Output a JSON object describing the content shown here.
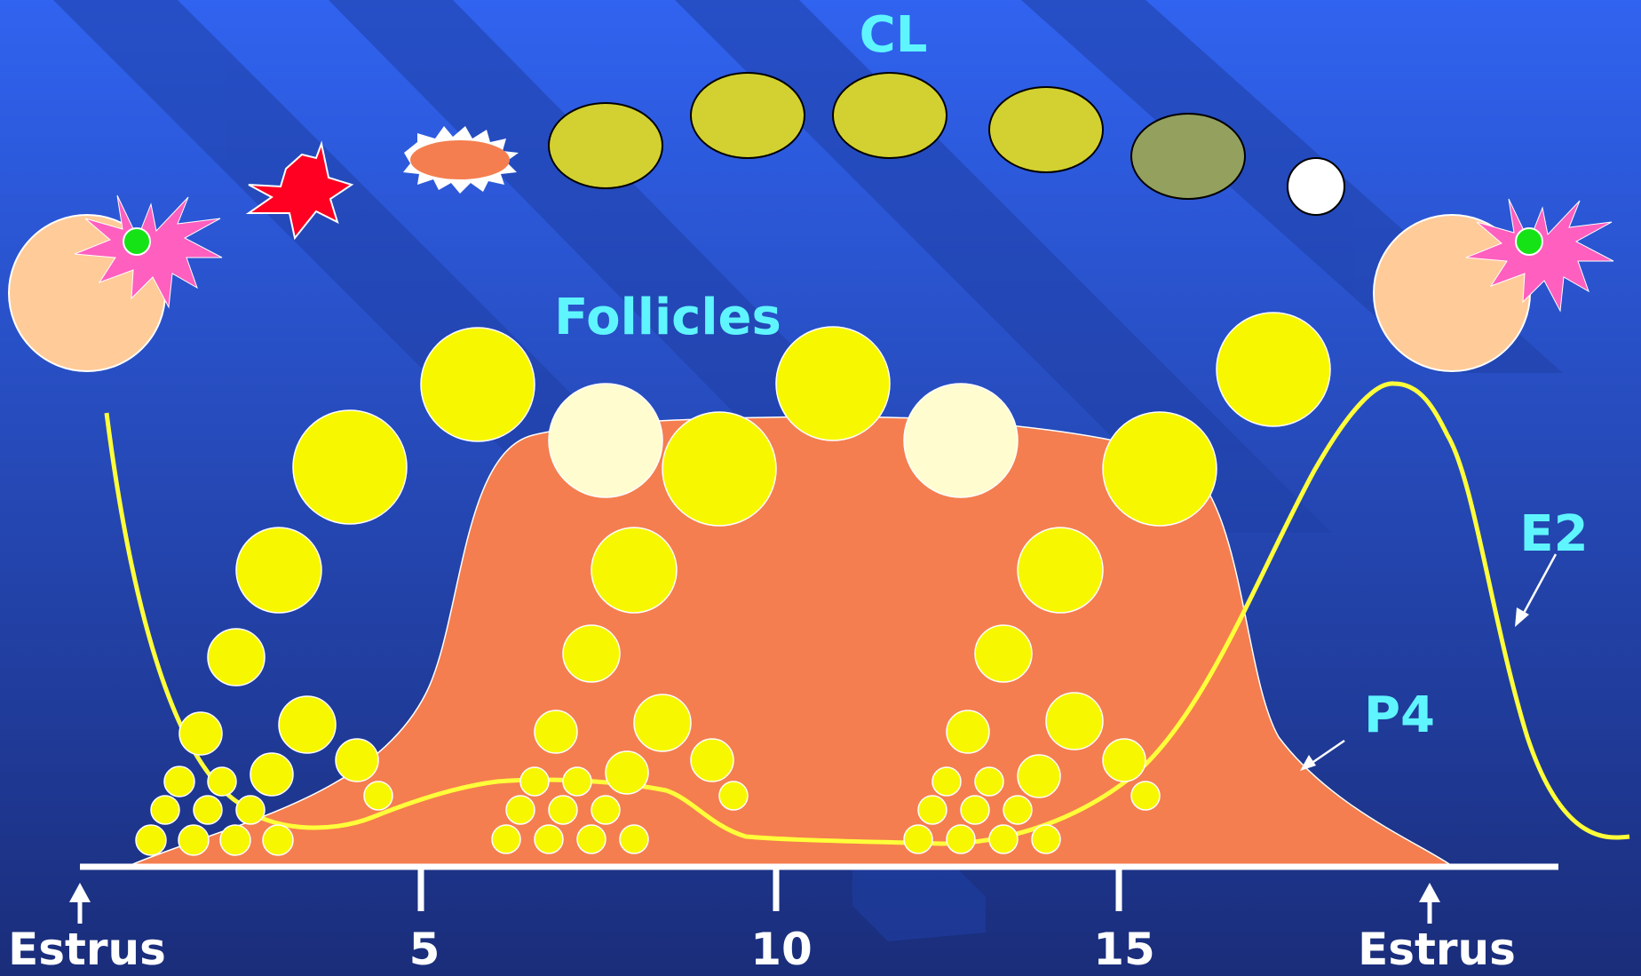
{
  "labels": {
    "cl": "CL",
    "follicles": "Follicles",
    "e2": "E2",
    "p4": "P4",
    "estrus_left": "Estrus",
    "estrus_right": "Estrus",
    "tick_5": "5",
    "tick_10": "10",
    "tick_15": "15"
  },
  "colors": {
    "bg_top": "#3063f0",
    "bg_bottom": "#1a2d7a",
    "label_cyan": "#5ff5ff",
    "axis": "#ffffff",
    "p4_fill": "#f47e4f",
    "e2_line": "#ffff3a",
    "follicle": "#f7f700",
    "follicle_pale": "#fffcd0",
    "cl": "#d3d131",
    "cl_regressing": "#94a05e",
    "ovulating_follicle": "#ffcb99",
    "burst": "#ff5fbf",
    "oocyte": "#16e316",
    "hemorrhagic": "#ff0022"
  },
  "icons": {
    "ovulation": "starburst-icon",
    "corpus_hemorrhagicum": "red-star-icon",
    "early_cl": "spiky-oval-icon"
  }
}
